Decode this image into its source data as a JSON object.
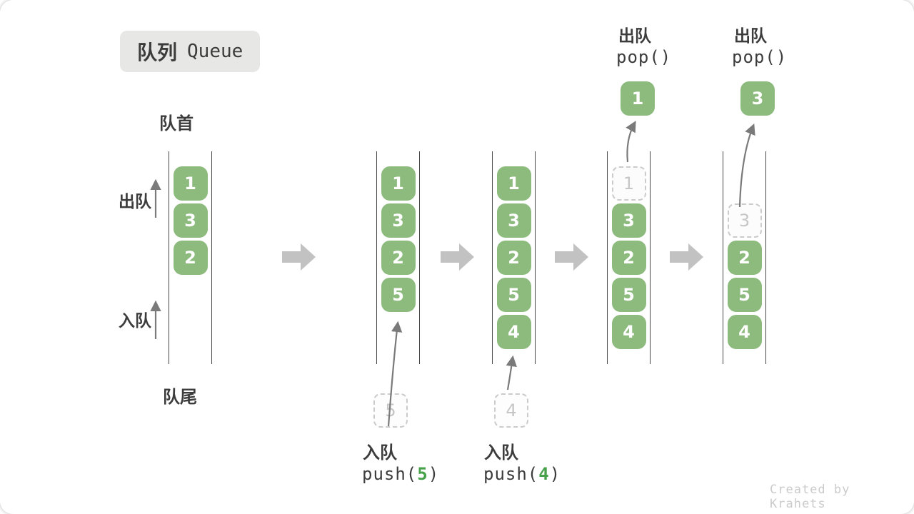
{
  "title": {
    "zh": "队列",
    "en": "Queue"
  },
  "side_labels": {
    "front": "队首",
    "rear": "队尾",
    "dequeue": "出队",
    "enqueue": "入队"
  },
  "queues": [
    {
      "boxes": [
        {
          "value": "1"
        },
        {
          "value": "3"
        },
        {
          "value": "2"
        }
      ]
    },
    {
      "boxes": [
        {
          "value": "1"
        },
        {
          "value": "3"
        },
        {
          "value": "2"
        },
        {
          "value": "5"
        }
      ],
      "annotation": {
        "action": "入队",
        "code_prefix": "push(",
        "arg": "5",
        "code_suffix": ")",
        "ghost_value": "5"
      }
    },
    {
      "boxes": [
        {
          "value": "1"
        },
        {
          "value": "3"
        },
        {
          "value": "2"
        },
        {
          "value": "5"
        },
        {
          "value": "4"
        }
      ],
      "annotation": {
        "action": "入队",
        "code_prefix": "push(",
        "arg": "4",
        "code_suffix": ")",
        "ghost_value": "4"
      }
    },
    {
      "boxes": [
        {
          "value": "1",
          "ghost": true
        },
        {
          "value": "3"
        },
        {
          "value": "2"
        },
        {
          "value": "5"
        },
        {
          "value": "4"
        }
      ],
      "annotation": {
        "action": "出队",
        "code": "pop()",
        "popped_value": "1"
      }
    },
    {
      "boxes": [
        {
          "value": "3",
          "ghost": true
        },
        {
          "value": "2"
        },
        {
          "value": "5"
        },
        {
          "value": "4"
        }
      ],
      "annotation": {
        "action": "出队",
        "code": "pop()",
        "popped_value": "3"
      }
    }
  ],
  "watermark": "Created by Krahets",
  "colors": {
    "box_green": "#8dbb7e",
    "code_green": "#47a04a",
    "column_line": "#474747",
    "thin_arrow": "#7a7a7a",
    "chunky_arrow": "#c2c2c2",
    "dashed_border": "#cbcbcb",
    "ghost_text": "#c6c6c6",
    "text_dark": "#3c3c3c",
    "badge_bg": "#e7e7e6",
    "watermark_gray": "#cbcbcb"
  }
}
